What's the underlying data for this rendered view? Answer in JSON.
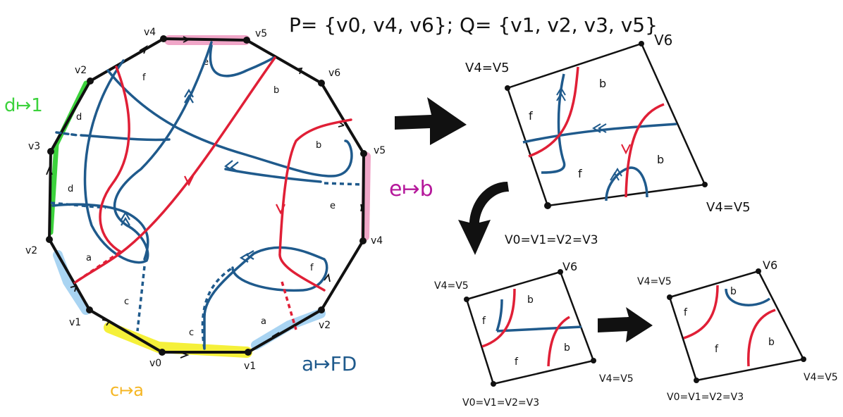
{
  "header": {
    "sets_line": "P= {v0, v4, v6}; Q= {v1, v2, v3, v5}"
  },
  "maps": {
    "d_map": "d↦1",
    "e_map": "e↦b",
    "a_map": "a↦FD",
    "c_map": "c↦a"
  },
  "colors": {
    "black": "#111111",
    "blue": "#1f5a8c",
    "red": "#e01f36",
    "green": "#3cd23c",
    "pink": "#f0a6c8",
    "yellow": "#f5f03a",
    "lightblue": "#a9d4f2",
    "magenta": "#b5189b",
    "orange": "#f5b623"
  },
  "polygon": {
    "vertex_labels": {
      "v4_top": "v4",
      "v5_top": "v5",
      "v2_upper": "v2",
      "v6": "v6",
      "v3": "v3",
      "v5_right": "v5",
      "v2_left": "v2",
      "v4_right": "v4",
      "v1_left": "v1",
      "v2_right": "v2",
      "v0": "v0",
      "v1_bottom": "v1"
    },
    "edge_labels": {
      "e_top": "e",
      "f_top": "f",
      "b_top": "b",
      "d_upper": "d",
      "b_right": "b",
      "d_left": "d",
      "e_right": "e",
      "a_left": "a",
      "f_right": "f",
      "c_left": "c",
      "a_right": "a",
      "c_bottom": "c"
    }
  },
  "square_1": {
    "corner_top_left": "V4=V5",
    "corner_top_right": "V6",
    "corner_bottom_right": "V4=V5",
    "labels": {
      "f_left": "f",
      "b_top": "b",
      "b_right": "b",
      "f_bottom": "f"
    }
  },
  "square_2": {
    "corner_top_left": "V4=V5",
    "corner_top_right": "V6",
    "corner_bottom_right": "V4=V5",
    "caption_above": "V0=V1=V2=V3",
    "caption_below": "V0=V1=V2=V3",
    "labels": {
      "f_left": "f",
      "b_top": "b",
      "b_right": "b",
      "f_bottom": "f"
    }
  },
  "square_3": {
    "corner_top_left": "V4=V5",
    "corner_top_right": "V6",
    "corner_bottom_right": "V4=V5",
    "caption_below": "V0=V1=V2=V3",
    "labels": {
      "f_left": "f",
      "b_top": "b",
      "b_right": "b",
      "f_bottom": "f"
    }
  }
}
